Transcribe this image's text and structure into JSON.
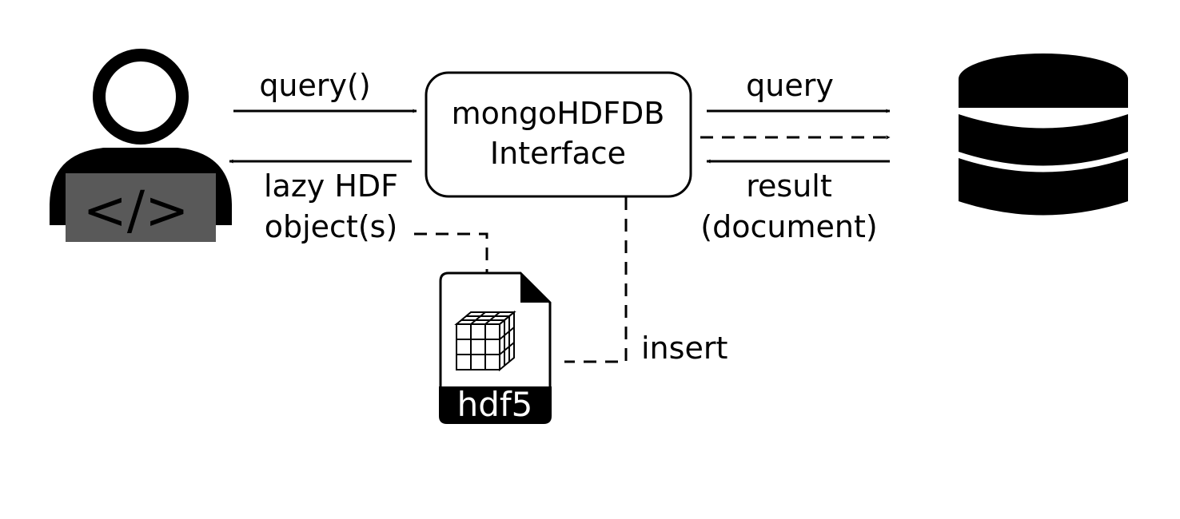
{
  "interface": {
    "line1": "mongoHDFDB",
    "line2": "Interface"
  },
  "labels": {
    "user_query": "query()",
    "lazy_line1": "lazy HDF",
    "lazy_line2": "object(s)",
    "db_query": "query",
    "result_line1": "result",
    "result_line2": "(document)",
    "insert": "insert"
  },
  "developer": {
    "code_symbol": "</>"
  },
  "file": {
    "label": "hdf5"
  },
  "icons": [
    "developer-icon",
    "database-icon",
    "hdf5-file-icon",
    "data-cube-icon"
  ],
  "colors": {
    "stroke": "#000000",
    "laptop": "#595959",
    "background": "#ffffff"
  }
}
